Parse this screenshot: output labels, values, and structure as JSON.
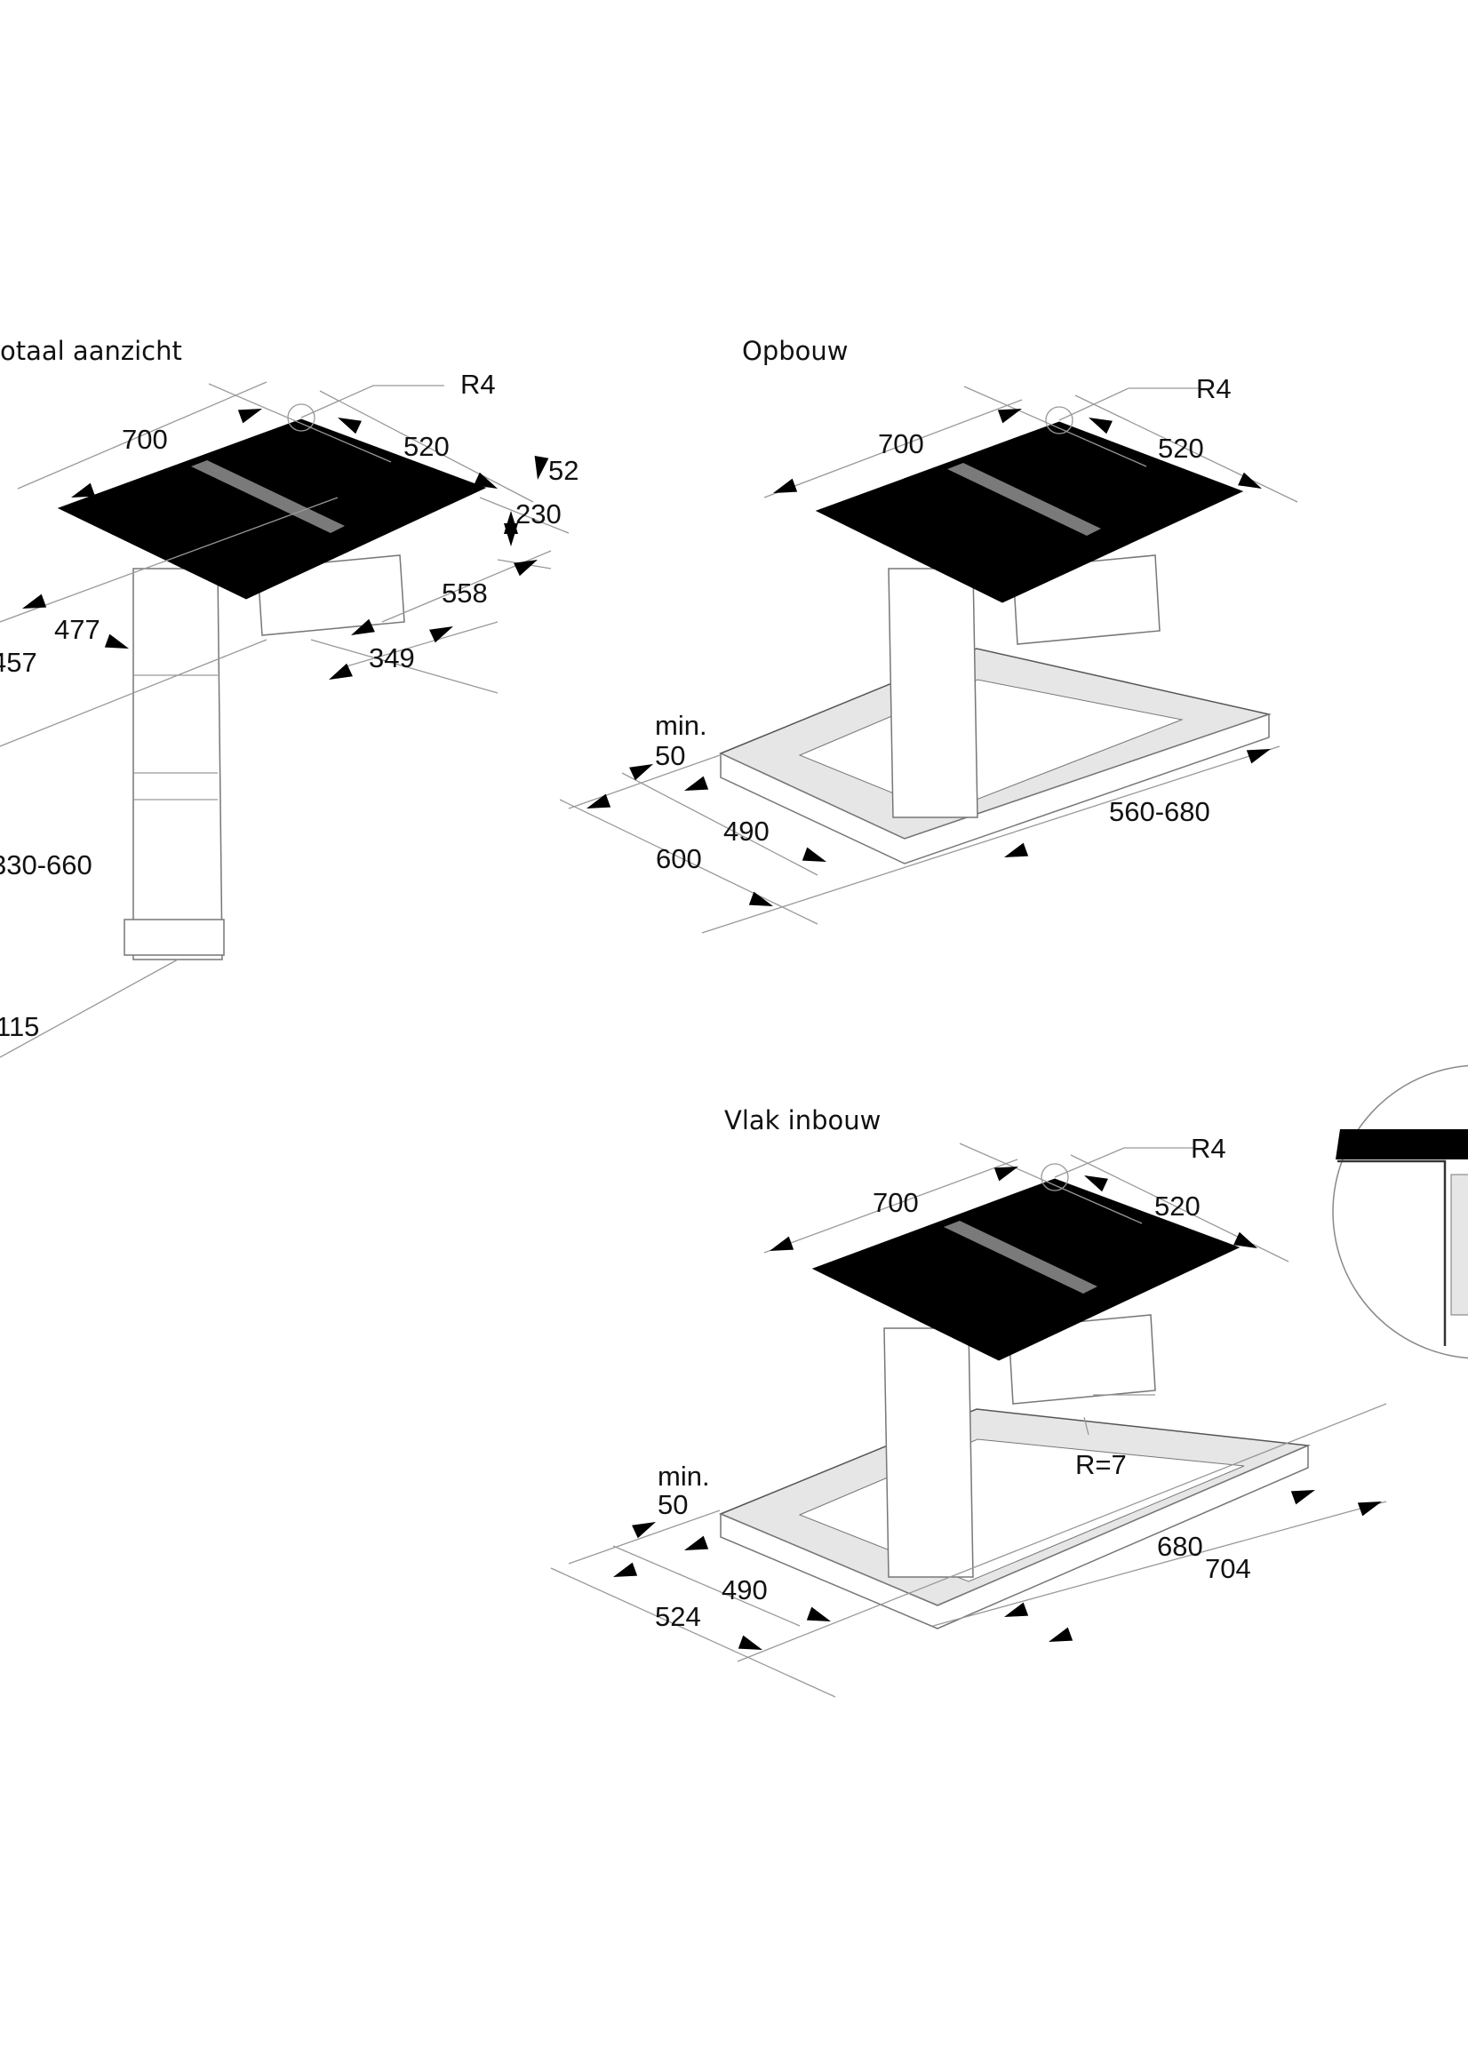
{
  "views": [
    {
      "title": "otaal aanzicht",
      "labels": {
        "r4": "R4",
        "width": "700",
        "depth": "520",
        "thickness": "52",
        "height": "230",
        "d558": "558",
        "d349": "349",
        "d477": "477",
        "d457": "457",
        "range": "330-660",
        "d115": "115"
      }
    },
    {
      "title": "Opbouw",
      "labels": {
        "r4": "R4",
        "width": "700",
        "depth": "520",
        "min": "min.",
        "min_val": "50",
        "d490": "490",
        "d600": "600",
        "range": "560-680"
      }
    },
    {
      "title": "Vlak inbouw",
      "labels": {
        "r4": "R4",
        "width": "700",
        "depth": "520",
        "radius": "R=7",
        "min": "min.",
        "min_val": "50",
        "d680": "680",
        "d704": "704",
        "d490": "490",
        "d524": "524"
      }
    }
  ],
  "colors": {
    "hob_glass": "#000000",
    "vent": "#7a7a7a",
    "cutout_frame": "#e6e6e6"
  }
}
